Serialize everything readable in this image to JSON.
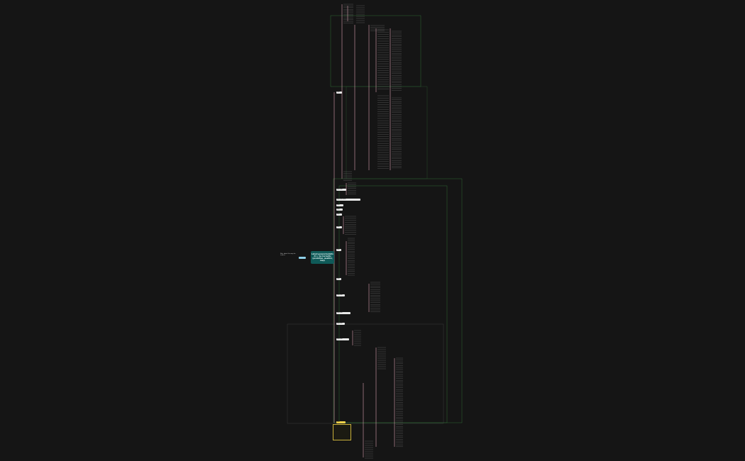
{
  "map": {
    "central_topic": "Latest general bulletin #1 + Go Currently (prediction, weather, map)",
    "floating_tag": "",
    "side_note": "Note about this map for readers",
    "colors": {
      "background": "#151515",
      "central": "#0f5a58",
      "connector_main": "#d9a0b0",
      "boundary_green": "#2e6b34",
      "boundary_grey": "#3a3a3a",
      "highlight": "#f2d34b"
    },
    "branches": [
      {
        "label": "Topic",
        "style": "light"
      },
      {
        "label": "Topic item",
        "style": "light"
      },
      {
        "label": "Topic item detail",
        "style": "light"
      },
      {
        "label": "Topic",
        "style": "light"
      },
      {
        "label": "Topic",
        "style": "light"
      },
      {
        "label": "Topic",
        "style": "light"
      },
      {
        "label": "Topic",
        "style": "light"
      },
      {
        "label": "Topic",
        "style": "light"
      },
      {
        "label": "Topic",
        "style": "light"
      },
      {
        "label": "Topic item",
        "style": "light"
      },
      {
        "label": "Topic item",
        "style": "light"
      },
      {
        "label": "Topic item",
        "style": "light"
      },
      {
        "label": "Topic item",
        "style": "light"
      },
      {
        "label": "Topic",
        "style": "yellow"
      }
    ]
  }
}
